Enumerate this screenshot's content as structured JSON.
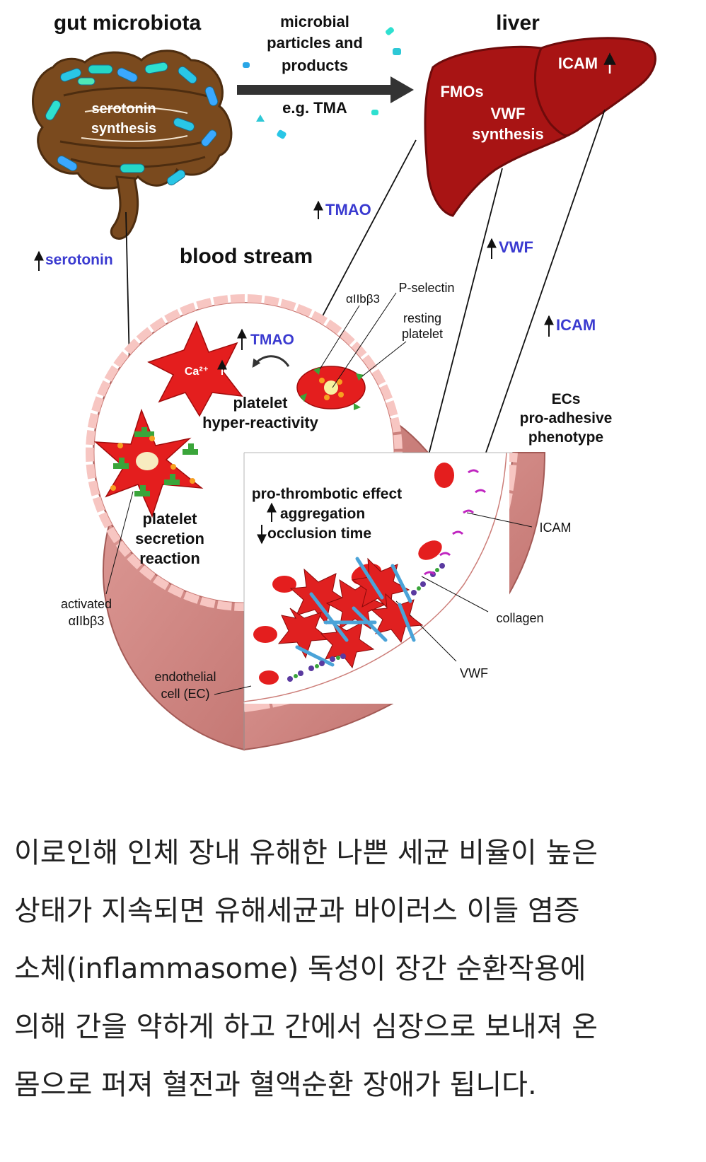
{
  "diagram": {
    "gut_title": "gut microbiota",
    "gut_label_1": "serotonin",
    "gut_label_2": "synthesis",
    "arrow_label_1": "microbial",
    "arrow_label_2": "particles and",
    "arrow_label_3": "products",
    "arrow_label_4": "e.g. TMA",
    "liver_title": "liver",
    "liver_icam": "ICAM",
    "liver_fmos": "FMOs",
    "liver_vwf_1": "VWF",
    "liver_vwf_2": "synthesis",
    "up_tmao": "TMAO",
    "up_serotonin": "serotonin",
    "up_vwf": "VWF",
    "up_icam": "ICAM",
    "blood_stream": "blood stream",
    "alpha_label": "αIIbβ3",
    "p_selectin": "P-selectin",
    "resting_1": "resting",
    "resting_2": "platelet",
    "tmao_inner": "TMAO",
    "calcium": "Ca²⁺",
    "hyper_1": "platelet",
    "hyper_2": "hyper-reactivity",
    "secretion_1": "platelet",
    "secretion_2": "secretion",
    "secretion_3": "reaction",
    "activated_1": "activated",
    "activated_2": "αIIbβ3",
    "ecs_1": "ECs",
    "ecs_2": "pro-adhesive",
    "ecs_3": "phenotype",
    "prothrombotic": "pro-thrombotic effect",
    "aggregation": "aggregation",
    "occlusion": "occlusion time",
    "icam_label": "ICAM",
    "collagen_label": "collagen",
    "vwf_label": "VWF",
    "endo_1": "endothelial",
    "endo_2": "cell (EC)"
  },
  "colors": {
    "gut": "#7a4a1e",
    "liver": "#a81414",
    "vessel": "#d98a86",
    "platelet": "#e41e1e",
    "label_blue": "#3a3ad0"
  },
  "caption": [
    "이로인해 인체 장내 유해한 나쁜 세균 비율이 높은",
    "상태가 지속되면 유해세균과 바이러스 이들 염증",
    "소체(inflammasome) 독성이 장간 순환작용에",
    "의해 간을 약하게 하고 간에서 심장으로 보내져 온",
    "몸으로 퍼져 혈전과 혈액순환 장애가 됩니다."
  ]
}
